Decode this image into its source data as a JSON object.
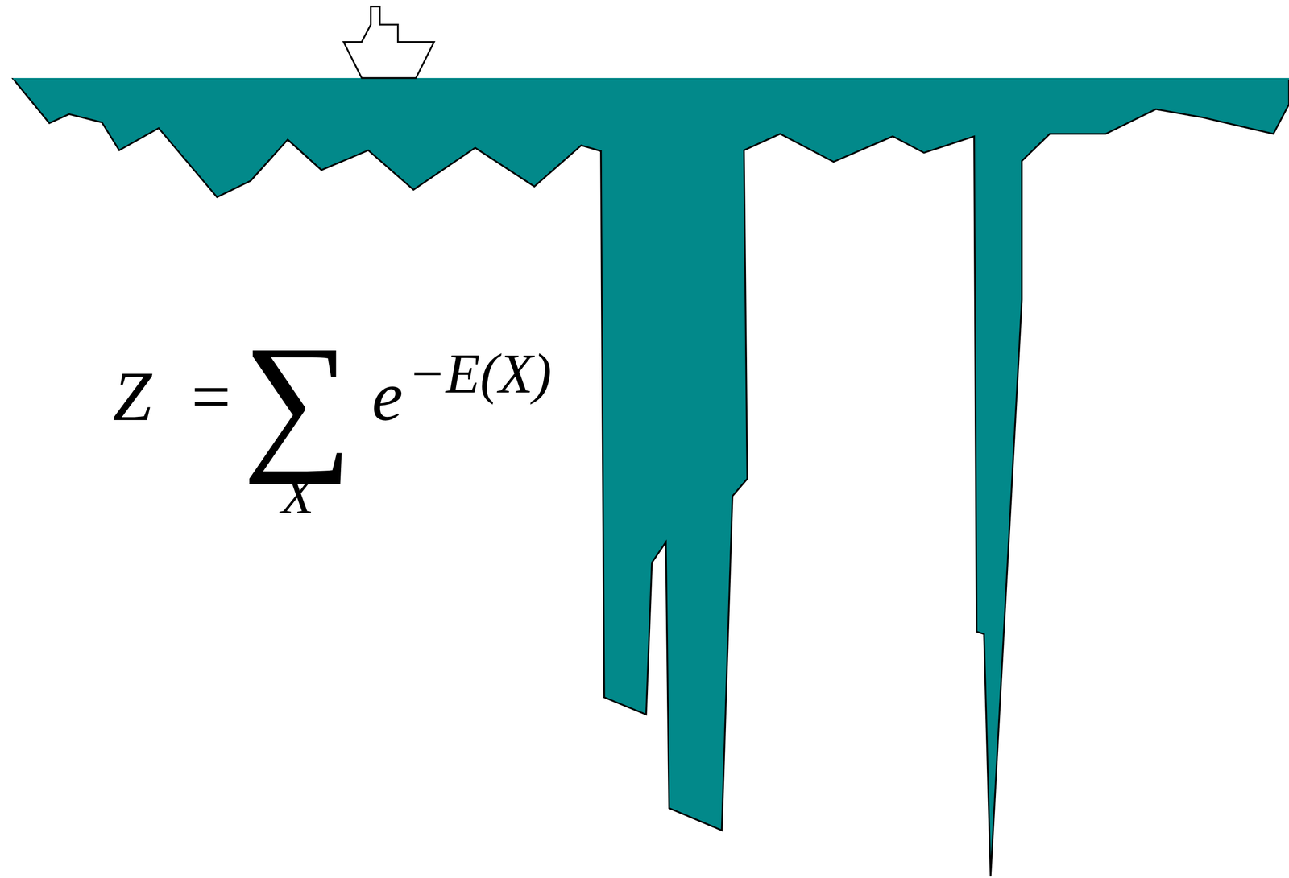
{
  "diagram": {
    "labels": [
      "Z =",
      "∑",
      "X",
      "e",
      "−E(X)"
    ]
  }
}
